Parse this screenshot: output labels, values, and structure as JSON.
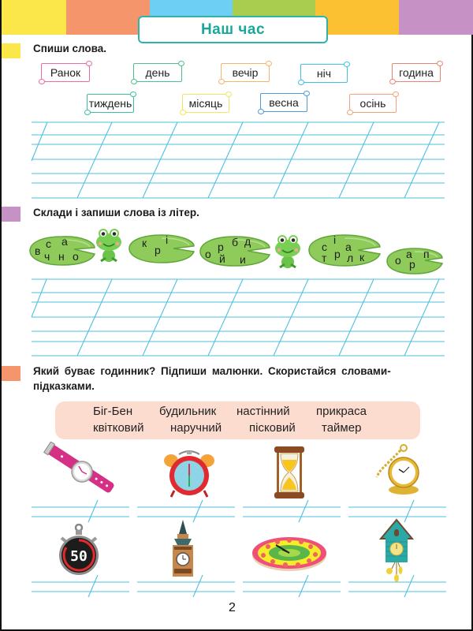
{
  "header": {
    "title": "Наш час",
    "stripe_colors": [
      "#fbe74a",
      "#f5956b",
      "#6ccff3",
      "#a9cd4f",
      "#fbc133",
      "#c692c6"
    ],
    "title_color": "#19a79b"
  },
  "section1": {
    "marker_color": "#fbe74a",
    "instruction": "Спиши слова.",
    "words": [
      {
        "text": "Ранок",
        "color": "#e96ca4"
      },
      {
        "text": "день",
        "color": "#4fbf8c"
      },
      {
        "text": "вечір",
        "color": "#f5b36c"
      },
      {
        "text": "ніч",
        "color": "#3cc1e3"
      },
      {
        "text": "година",
        "color": "#e98474"
      },
      {
        "text": "тиждень",
        "color": "#3cbfa0"
      },
      {
        "text": "місяць",
        "color": "#f4e35f"
      },
      {
        "text": "весна",
        "color": "#4d9cd6"
      },
      {
        "text": "осінь",
        "color": "#f1a27a"
      }
    ]
  },
  "section2": {
    "marker_color": "#c692c6",
    "instruction": "Склади і запиши слова із літер.",
    "lily_pads": [
      {
        "letters": [
          "в",
          "с",
          "а",
          "ч",
          "н",
          "о"
        ]
      },
      {
        "letters": [
          "к",
          "р",
          "і"
        ]
      },
      {
        "letters": [
          "о",
          "р",
          "б",
          "д",
          "й",
          "и"
        ]
      },
      {
        "letters": [
          "с",
          "і",
          "а",
          "т",
          "р",
          "л",
          "к"
        ]
      },
      {
        "letters": [
          "о",
          "а",
          "п",
          "р"
        ]
      }
    ]
  },
  "section3": {
    "marker_color": "#f5956b",
    "instruction_line1": "Який буває годинник? Підпиши малюнки. Скористайся словами-",
    "instruction_line2": "підказками.",
    "hint_row1": [
      "Біг-Бен",
      "будильник",
      "настінний",
      "прикраса"
    ],
    "hint_row2": [
      "квітковий",
      "наручний",
      "пісковий",
      "таймер"
    ],
    "stopwatch_display": "50",
    "pictures": [
      "wristwatch",
      "alarm-clock",
      "hourglass",
      "pocket-watch",
      "stopwatch-timer",
      "big-ben",
      "flower-clock",
      "cuckoo-clock"
    ]
  },
  "footer": {
    "page_number": "2"
  }
}
